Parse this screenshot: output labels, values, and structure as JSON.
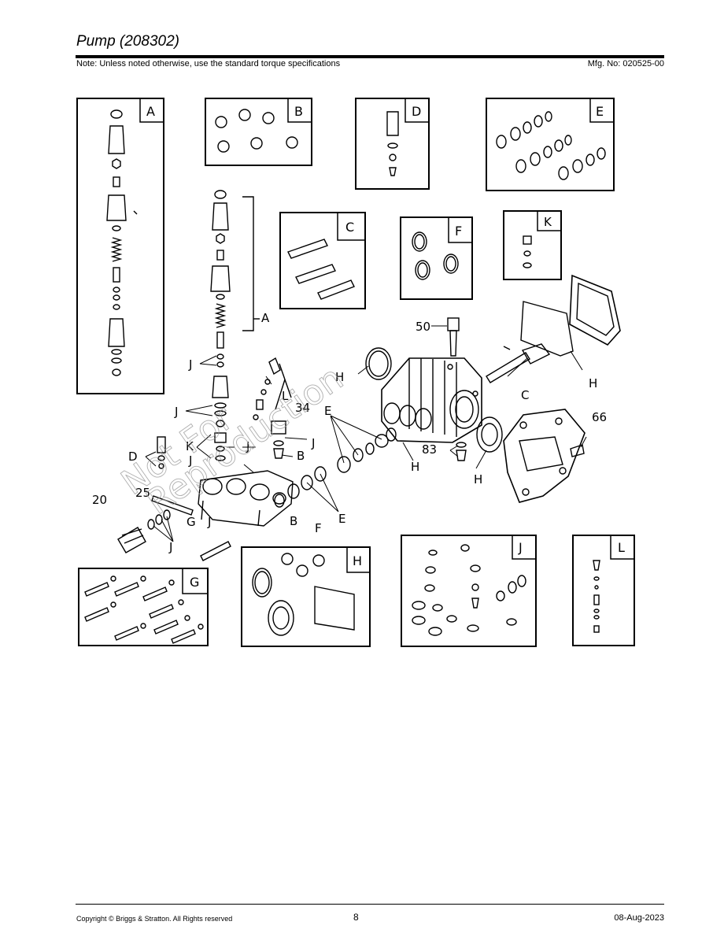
{
  "header": {
    "title": "Pump (208302)",
    "note": "Note: Unless noted otherwise, use the standard torque specifications",
    "mfg": "Mfg. No: 020525-00"
  },
  "footer": {
    "copyright": "Copyright ©  Briggs & Stratton. All Rights reserved",
    "page_number": "8",
    "date": "08-Aug-2023"
  },
  "watermark": {
    "line1": "Not For",
    "line2": "Reproduction"
  },
  "kits": {
    "A": "A",
    "B": "B",
    "C": "C",
    "D": "D",
    "E": "E",
    "F": "F",
    "G": "G",
    "H": "H",
    "J": "J",
    "K": "K",
    "L": "L"
  },
  "callouts": {
    "p50": "50",
    "p34": "34",
    "p66": "66",
    "p83": "83",
    "p20": "20",
    "p25": "25"
  }
}
